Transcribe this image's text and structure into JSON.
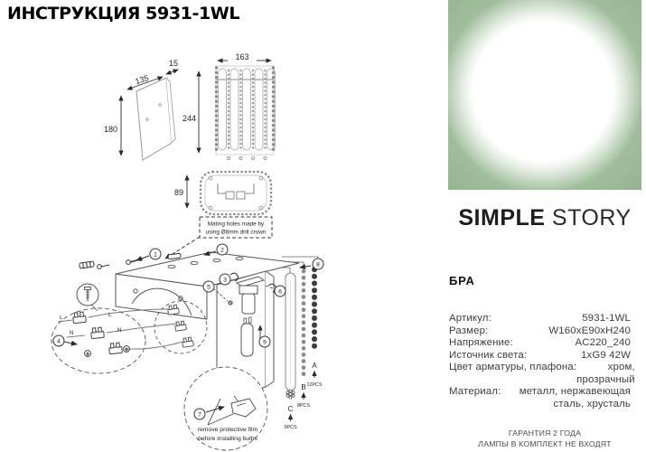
{
  "title": "ИНСТРУКЦИЯ 5931-1WL",
  "drawings": {
    "dims": {
      "front_width": "163",
      "front_height": "244",
      "plate_width": "135",
      "plate_depth": "15",
      "plate_height": "180",
      "top_height": "89"
    },
    "notes": {
      "mating_line1": "Mating holes made by",
      "mating_line2": "using Ø8mm drill crown",
      "film_line1": "remove protective film",
      "film_line2": "before installing bulbs"
    },
    "callouts": [
      "1",
      "2",
      "3",
      "4",
      "5",
      "6",
      "7",
      "8",
      "9"
    ],
    "wiring": {
      "live": "L",
      "neutral": "N"
    },
    "strands": [
      {
        "label": "A",
        "qty": "12PCS"
      },
      {
        "label": "B",
        "qty": "8PCS"
      },
      {
        "label": "C",
        "qty": "9PCS"
      }
    ]
  },
  "brand": {
    "first": "SIMPLE",
    "second": "STORY"
  },
  "product": {
    "type_label": "БРА"
  },
  "specs": [
    {
      "label": "Артикул:",
      "value": "5931-1WL"
    },
    {
      "label": "Размер:",
      "value": "W160xE90xH240"
    },
    {
      "label": "Напряжение:",
      "value": "AC220_240"
    },
    {
      "label": "Источник света:",
      "value": "1xG9 42W"
    },
    {
      "label": "Цвет арматуры, плафона:",
      "value": "хром,\nпрозрачный"
    },
    {
      "label": "Материал:",
      "value": "металл, нержавеющая\nсталь, хрусталь"
    }
  ],
  "footer": {
    "line1": "ГАРАНТИЯ 2 ГОДА",
    "line2": "ЛАМПЫ В КОМПЛЕКТ НЕ ВХОДЯТ"
  },
  "colors": {
    "product_image_green": "#a7c3a2",
    "line_dark": "#2b2b2b",
    "line_light": "#9a9a9a"
  }
}
